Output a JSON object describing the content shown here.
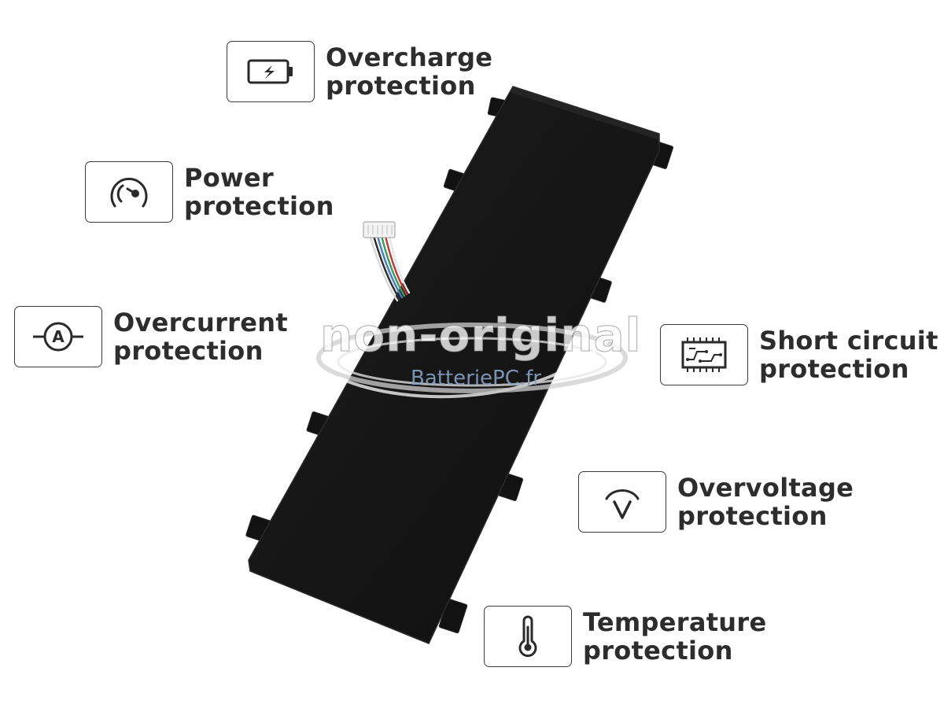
{
  "features": {
    "overcharge": {
      "line1": "Overcharge",
      "line2": "protection",
      "icon": "battery-charge-icon"
    },
    "power": {
      "line1": "Power",
      "line2": "protection",
      "icon": "gauge-icon"
    },
    "overcurrent": {
      "line1": "Overcurrent",
      "line2": "protection",
      "icon": "ammeter-icon"
    },
    "short_circuit": {
      "line1": "Short circuit",
      "line2": "protection",
      "icon": "circuit-board-icon"
    },
    "overvoltage": {
      "line1": "Overvoltage",
      "line2": "protection",
      "icon": "voltmeter-icon"
    },
    "temperature": {
      "line1": "Temperature",
      "line2": "protection",
      "icon": "thermometer-icon"
    }
  },
  "watermark": {
    "title": "non-original",
    "subtitle": "BatteriePC.fr"
  },
  "colors": {
    "battery": "#141414",
    "text": "#2d2d2d",
    "border": "#3a3a3a"
  }
}
